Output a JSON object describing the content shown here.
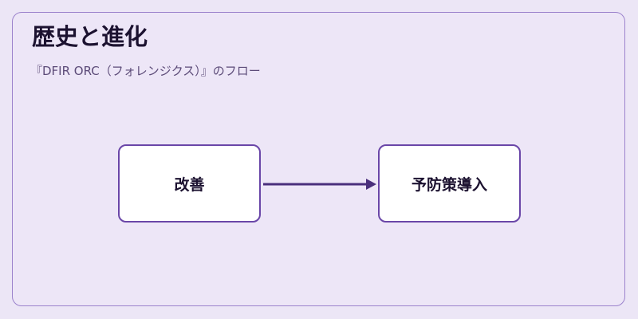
{
  "title": "歴史と進化",
  "subtitle": "『DFIR ORC（フォレンジクス）』のフロー",
  "nodes": [
    {
      "label": "改善"
    },
    {
      "label": "予防策導入"
    }
  ],
  "edges": [
    {
      "from": "改善",
      "to": "予防策導入",
      "label": ""
    }
  ],
  "colors": {
    "background": "#ece6f6",
    "card_border": "#9b82cc",
    "node_border": "#6a46a8",
    "arrow": "#4a2f7c",
    "node_fill": "#ffffff"
  }
}
